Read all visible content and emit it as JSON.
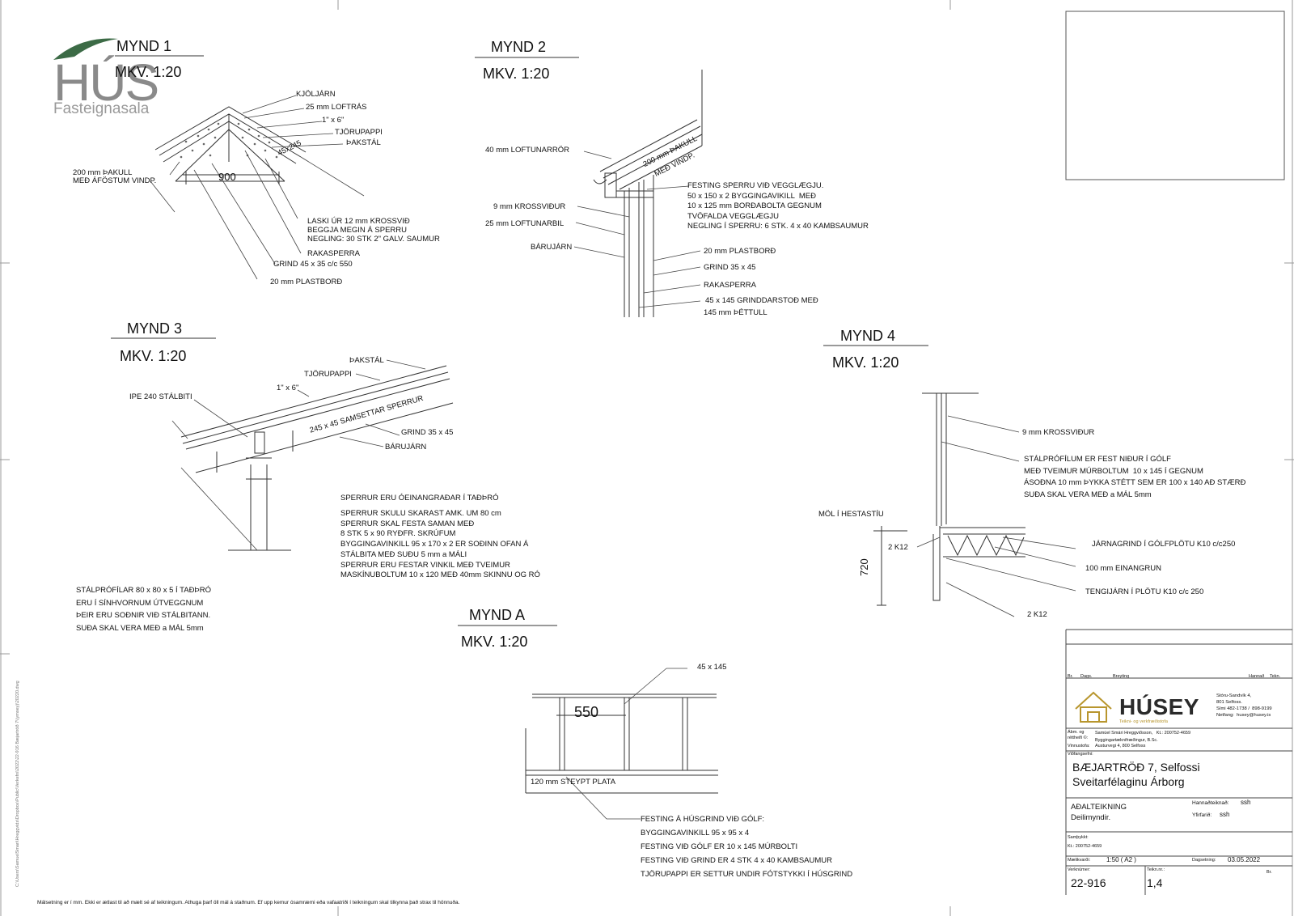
{
  "logo": {
    "name": "HÚS",
    "tagline": "Fasteignasala"
  },
  "views": {
    "mynd1": {
      "title": "MYND 1",
      "scale": "MKV. 1:20",
      "labels": {
        "kjoljarn": "KJÖLJÁRN",
        "loftras": "25 mm LOFTRÁS",
        "board": "1\" x 6\"",
        "tjorupappi": "TJÖRUPAPPI",
        "thakstal": "ÞAKSTÁL",
        "thakull1": "200 mm ÞAKULL",
        "thakull2": "MEÐ ÁFÖSTUM VINDP.",
        "dim": "900",
        "rafter": "45x245",
        "laski1": "LASKI ÚR 12 mm KROSSVIÐ",
        "laski2": "BEGGJA MEGIN Á SPERRU",
        "laski3": "NEGLING: 30 STK 2\" GALV. SAUMUR",
        "rakasperra": "RAKASPERRA",
        "grind": "GRIND 45 x 35 c/c 550",
        "plastbord": "20 mm PLASTBORÐ"
      }
    },
    "mynd2": {
      "title": "MYND 2",
      "scale": "MKV. 1:20",
      "labels": {
        "loftunarror": "40 mm LOFTUNARRÖR",
        "thakull1": "200 mm ÞAKULL",
        "thakull2": "MEÐ VINDP.",
        "festing": "FESTING SPERRU VIÐ VEGGLÆGJU.\n50 x 150 x 2 BYGGINGAVIKILL  MEÐ\n10 x 125 mm BORÐABOLTA GEGNUM\nTVÖFALDA VEGGLÆGJU\nNEGLING Í SPERRU: 6 STK. 4 x 40 KAMBSAUMUR",
        "krossvidur": "9 mm KROSSVIÐUR",
        "loftunarbil": "25 mm LOFTUNARBIL",
        "barujarn": "BÁRUJÁRN",
        "plastbord": "20 mm PLASTBORÐ",
        "grind": "GRIND 35 x 45",
        "rakasperra": "RAKASPERRA",
        "grinddarstod": "45 x 145 GRINDDARSTOÐ MEÐ",
        "thettull": "145 mm ÞÉTTULL"
      }
    },
    "mynd3": {
      "title": "MYND 3",
      "scale": "MKV. 1:20",
      "labels": {
        "thakstal": "ÞAKSTÁL",
        "tjorupappi": "TJÖRUPAPPI",
        "board": "1\" x 6\"",
        "ipe": "IPE 240 STÁLBITI",
        "samsettar": "245 x 45 SAMSETTAR SPERRUR",
        "grind": "GRIND 35 x 45",
        "barujarn": "BÁRUJÁRN",
        "note1": "SPERRUR ERU ÓEINANGRAÐAR Í TAÐÞRÓ",
        "note2": "SPERRUR SKULU SKARAST AMK. UM 80 cm\nSPERRUR SKAL FESTA SAMAN MEÐ\n8 STK 5 x 90 RYÐFR. SKRÚFUM\nBYGGINGAVINKILL 95 x 170 x 2 ER SOÐINN OFAN Á\nSTÁLBITA MEÐ SUÐU 5 mm a MÁLI\nSPERRUR ERU FESTAR VINKIL MEÐ TVEIMUR\nMASKÍNUBOLTUM 10 x 120 MEÐ 40mm SKINNU OG RÓ",
        "note3": "STÁLPRÓFÍLAR 80 x 80 x 5 Í TAÐÞRÓ\nERU Í SÍNHVORNUM ÚTVEGGNUM\nÞEIR ERU SOÐNIR VIÐ STÁLBITANN.\nSUÐA SKAL VERA MEÐ a MÁL 5mm"
      }
    },
    "mynd4": {
      "title": "MYND 4",
      "scale": "MKV. 1:20",
      "labels": {
        "krossvidur": "9 mm KROSSVIÐUR",
        "stalprofilar": "STÁLPRÓFÍLUM ER FEST NIÐUR Í GÓLF\nMEÐ TVEIMUR MÚRBOLTUM  10 x 145 Í GEGNUM\nÁSOÐNA 10 mm ÞYKKA STÉTT SEM ER 100 x 140 AÐ STÆRÐ\nSUÐA SKAL VERA MEÐ a MÁL 5mm",
        "mol": "MÖL Í HESTASTÍU",
        "k12a": "2 K12",
        "dim": "720",
        "jarnagrind": "JÁRNAGRIND Í GÓLFPLÖTU K10 c/c250",
        "einangrun": "100 mm EINANGRUN",
        "tengijarn": "TENGIJÁRN Í PLÖTU K10 c/c 250",
        "k12b": "2 K12"
      }
    },
    "myndA": {
      "title": "MYND A",
      "scale": "MKV. 1:20",
      "labels": {
        "stud": "45 x 145",
        "dim": "550",
        "plata": "120 mm STEYPT PLATA",
        "notes": "FESTING Á HÚSGRIND VIÐ GÓLF:\nBYGGINGAVINKILL 95 x 95 x 4\nFESTING VIÐ GÓLF ER 10 x 145 MÚRBOLTI\nFESTING VIÐ GRIND ER 4 STK 4 x 40 KAMBSAUMUR\nTJÖRUPAPPI ER SETTUR UNDIR FÓTSTYKKI Í HÚSGRIND"
      }
    }
  },
  "footer_note": "Málsetning er í mm. Ekki er ætlast til að mælt sé af teikningum. Athuga þarf öll mál á staðnum.  Ef upp kemur ósamræmi eða vafaatriði í teikningum skal tilkynna það strax til hönnuða.",
  "file_path": "C:\\Users\\SamuelSmari\\Hreggvids\\Dropbox\\Public\\Verkefni\\2022\\22-916 Bæjartröð 7\\(ymsey)\\20220.dwg",
  "title_block": {
    "rev_headers": {
      "br": "Br.",
      "dags": "Dags.",
      "breyting": "Breyting",
      "hannad": "Hannað",
      "tekn": "Tekn."
    },
    "company": {
      "name": "HÚSEY",
      "subtitle": "Teikni- og verkfræðistofa",
      "address": "Stóru-Sandvík 4,\n801 Selfoss.\nSími 482-1738 /  898-9199\nNetfang:  husey@husey.is"
    },
    "designer": {
      "label": "Ábm. og\nréttheifi ©:",
      "value": "Samúel Smári Hreggviðsson,   Kt.: 200752-4659\nByggingartæknifræðingur, B.Sc.",
      "office_label": "Vinnustofa:",
      "office": "Austurvegi 4, 800 Selfoss"
    },
    "subject_label": "Viðfangsefni:",
    "project": "BÆJARTRÖÐ 7, Selfossi\nSveitarfélaginu Árborg",
    "drawing_type": "AÐALTEIKNING",
    "drawing_sub": "Deilimyndir.",
    "designed_label": "Hannaðteiknað:",
    "designed": "ssh",
    "checked_label": "Yfirfarið:",
    "checked": "ssh",
    "approved_label": "Samþykkt:",
    "approved_kt": "Kt.: 200752-4659",
    "scale_label": "Mælikvarði:",
    "scale": "1:50  ( A2 )",
    "date_label": "Dagsetning:",
    "date": "03.05.2022",
    "job_label": "Verknúmer:",
    "job": "22-916",
    "drawing_no_label": "Teikn.nr.:",
    "drawing_no": "1,4",
    "br_label": "Br."
  }
}
